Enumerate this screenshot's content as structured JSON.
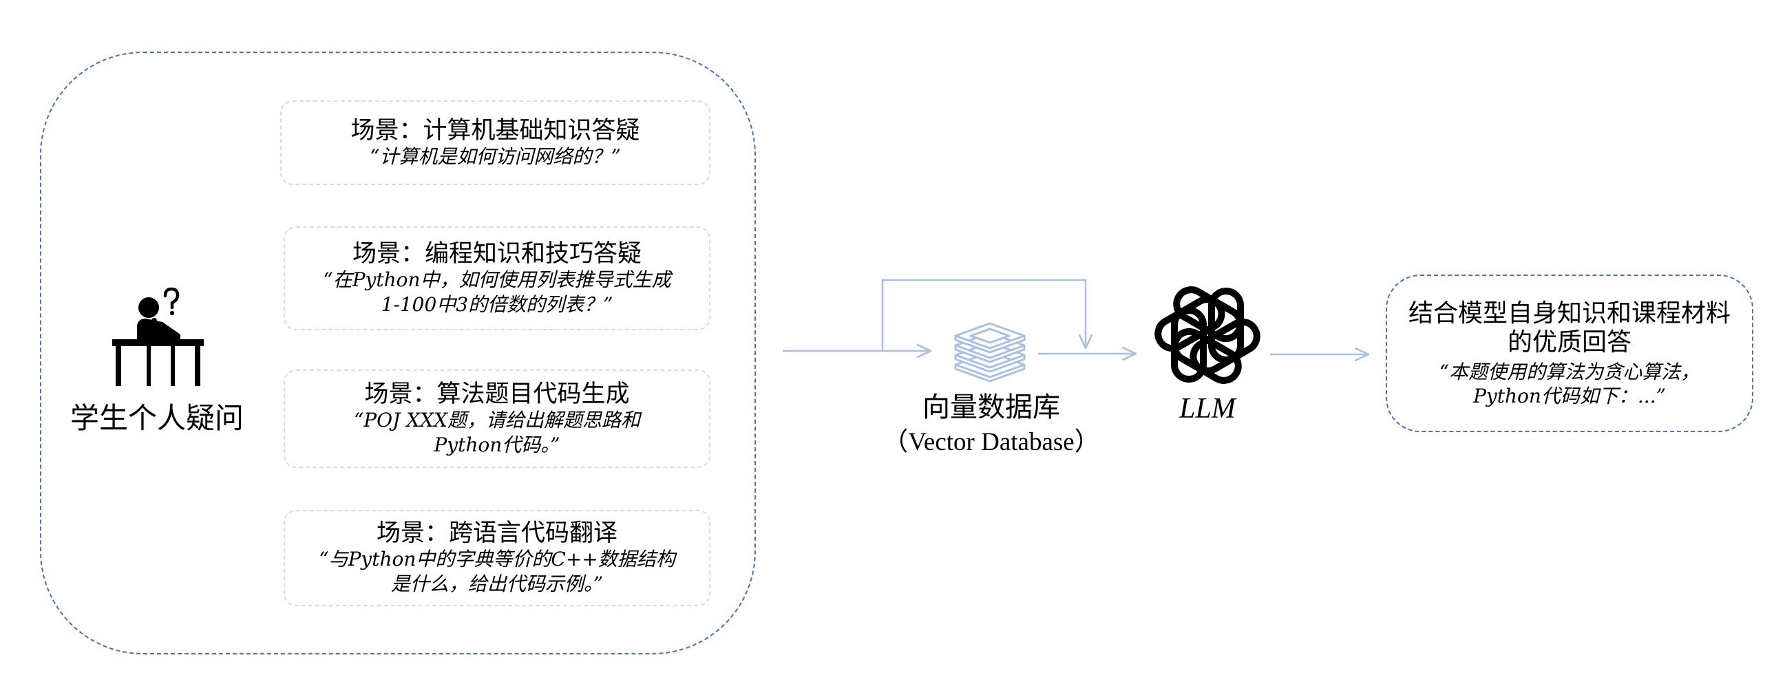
{
  "student": {
    "label": "学生个人疑问",
    "icon": "student-at-desk-icon"
  },
  "scenarios": [
    {
      "title": "场景：计算机基础知识答疑",
      "quote": [
        "“计算机是如何访问网络的？”"
      ]
    },
    {
      "title": "场景：编程知识和技巧答疑",
      "quote": [
        "“在Python中，如何使用列表推导式生成",
        "1-100中3的倍数的列表？”"
      ]
    },
    {
      "title": "场景：算法题目代码生成",
      "quote": [
        "“POJ XXX题，请给出解题思路和",
        "Python代码。”"
      ]
    },
    {
      "title": "场景：跨语言代码翻译",
      "quote": [
        "“与Python中的字典等价的C++数据结构",
        "是什么，给出代码示例。”"
      ]
    }
  ],
  "vector_db": {
    "label": "向量数据库",
    "sublabel": "（Vector Database）",
    "icon": "database-layers-icon"
  },
  "llm": {
    "label": "LLM",
    "icon": "openai-logo-icon"
  },
  "answer": {
    "title": [
      "结合模型自身知识和课程材料",
      "的优质回答"
    ],
    "quote": [
      "“本题使用的算法为贪心算法，",
      "Python代码如下：...”"
    ]
  },
  "colors": {
    "outer_border": "#4472C4",
    "scenario_border": "#D9D9E8",
    "arrow": "#A9BFE3",
    "database_icon": "#A9BFE3",
    "answer_border": "#4472C4",
    "icon": "#000000"
  }
}
